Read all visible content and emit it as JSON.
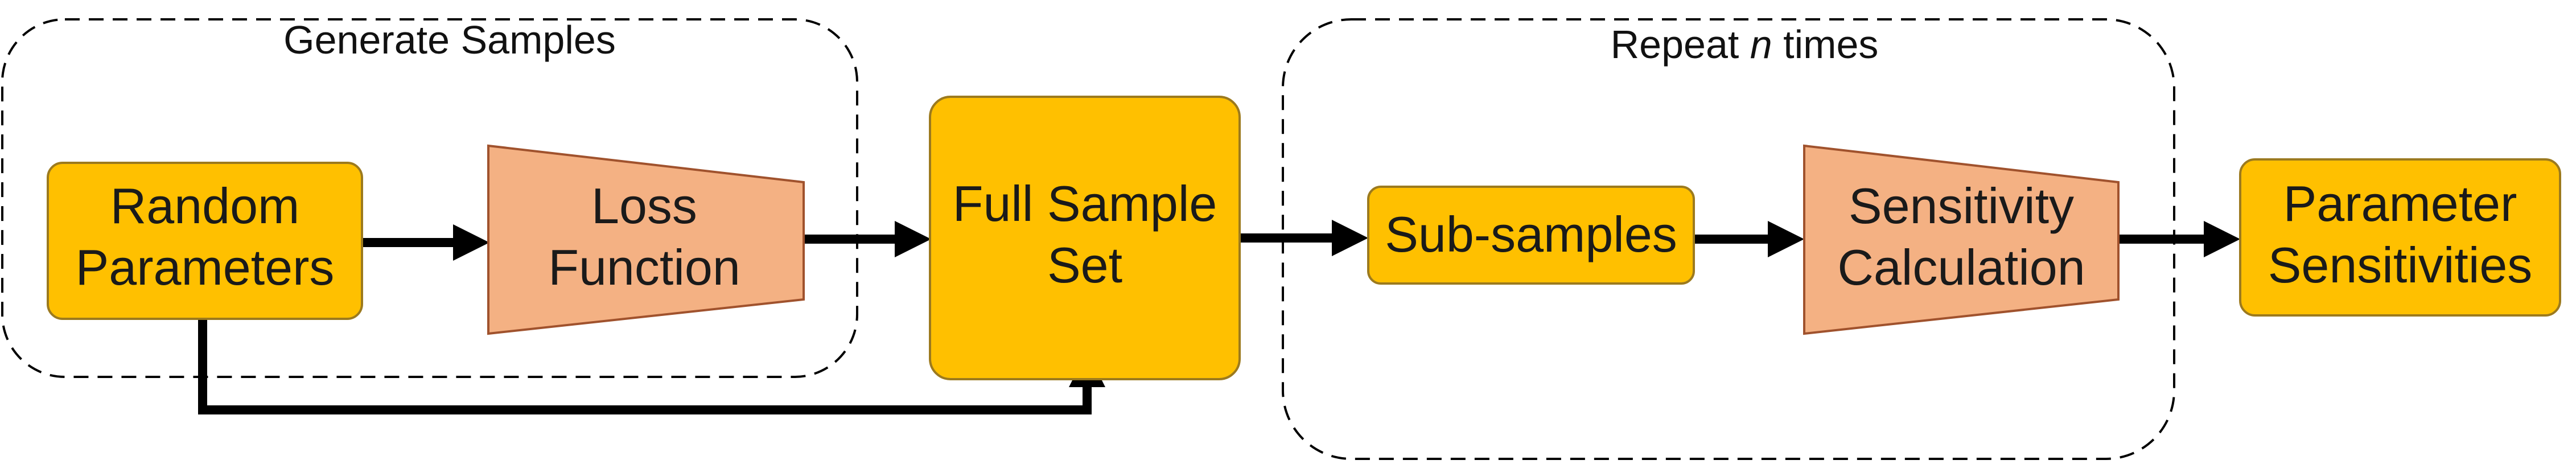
{
  "colors": {
    "node_fill": "#FFC000",
    "node_stroke": "#9C7A1E",
    "trapezoid_fill": "#F4B183",
    "trapezoid_stroke": "#A0522D",
    "arrow": "#000000",
    "group_border": "#000000"
  },
  "groups": {
    "generate": {
      "label": "Generate Samples"
    },
    "repeat": {
      "label_prefix": "Repeat ",
      "label_var": "n",
      "label_suffix": " times"
    }
  },
  "nodes": {
    "random_parameters": {
      "line1": "Random",
      "line2": "Parameters"
    },
    "loss_function": {
      "line1": "Loss",
      "line2": "Function"
    },
    "full_sample_set": {
      "line1": "Full Sample",
      "line2": "Set"
    },
    "sub_samples": {
      "line1": "Sub-samples"
    },
    "sensitivity_calculation": {
      "line1": "Sensitivity",
      "line2": "Calculation"
    },
    "parameter_sensitivities": {
      "line1": "Parameter",
      "line2": "Sensitivities"
    }
  }
}
